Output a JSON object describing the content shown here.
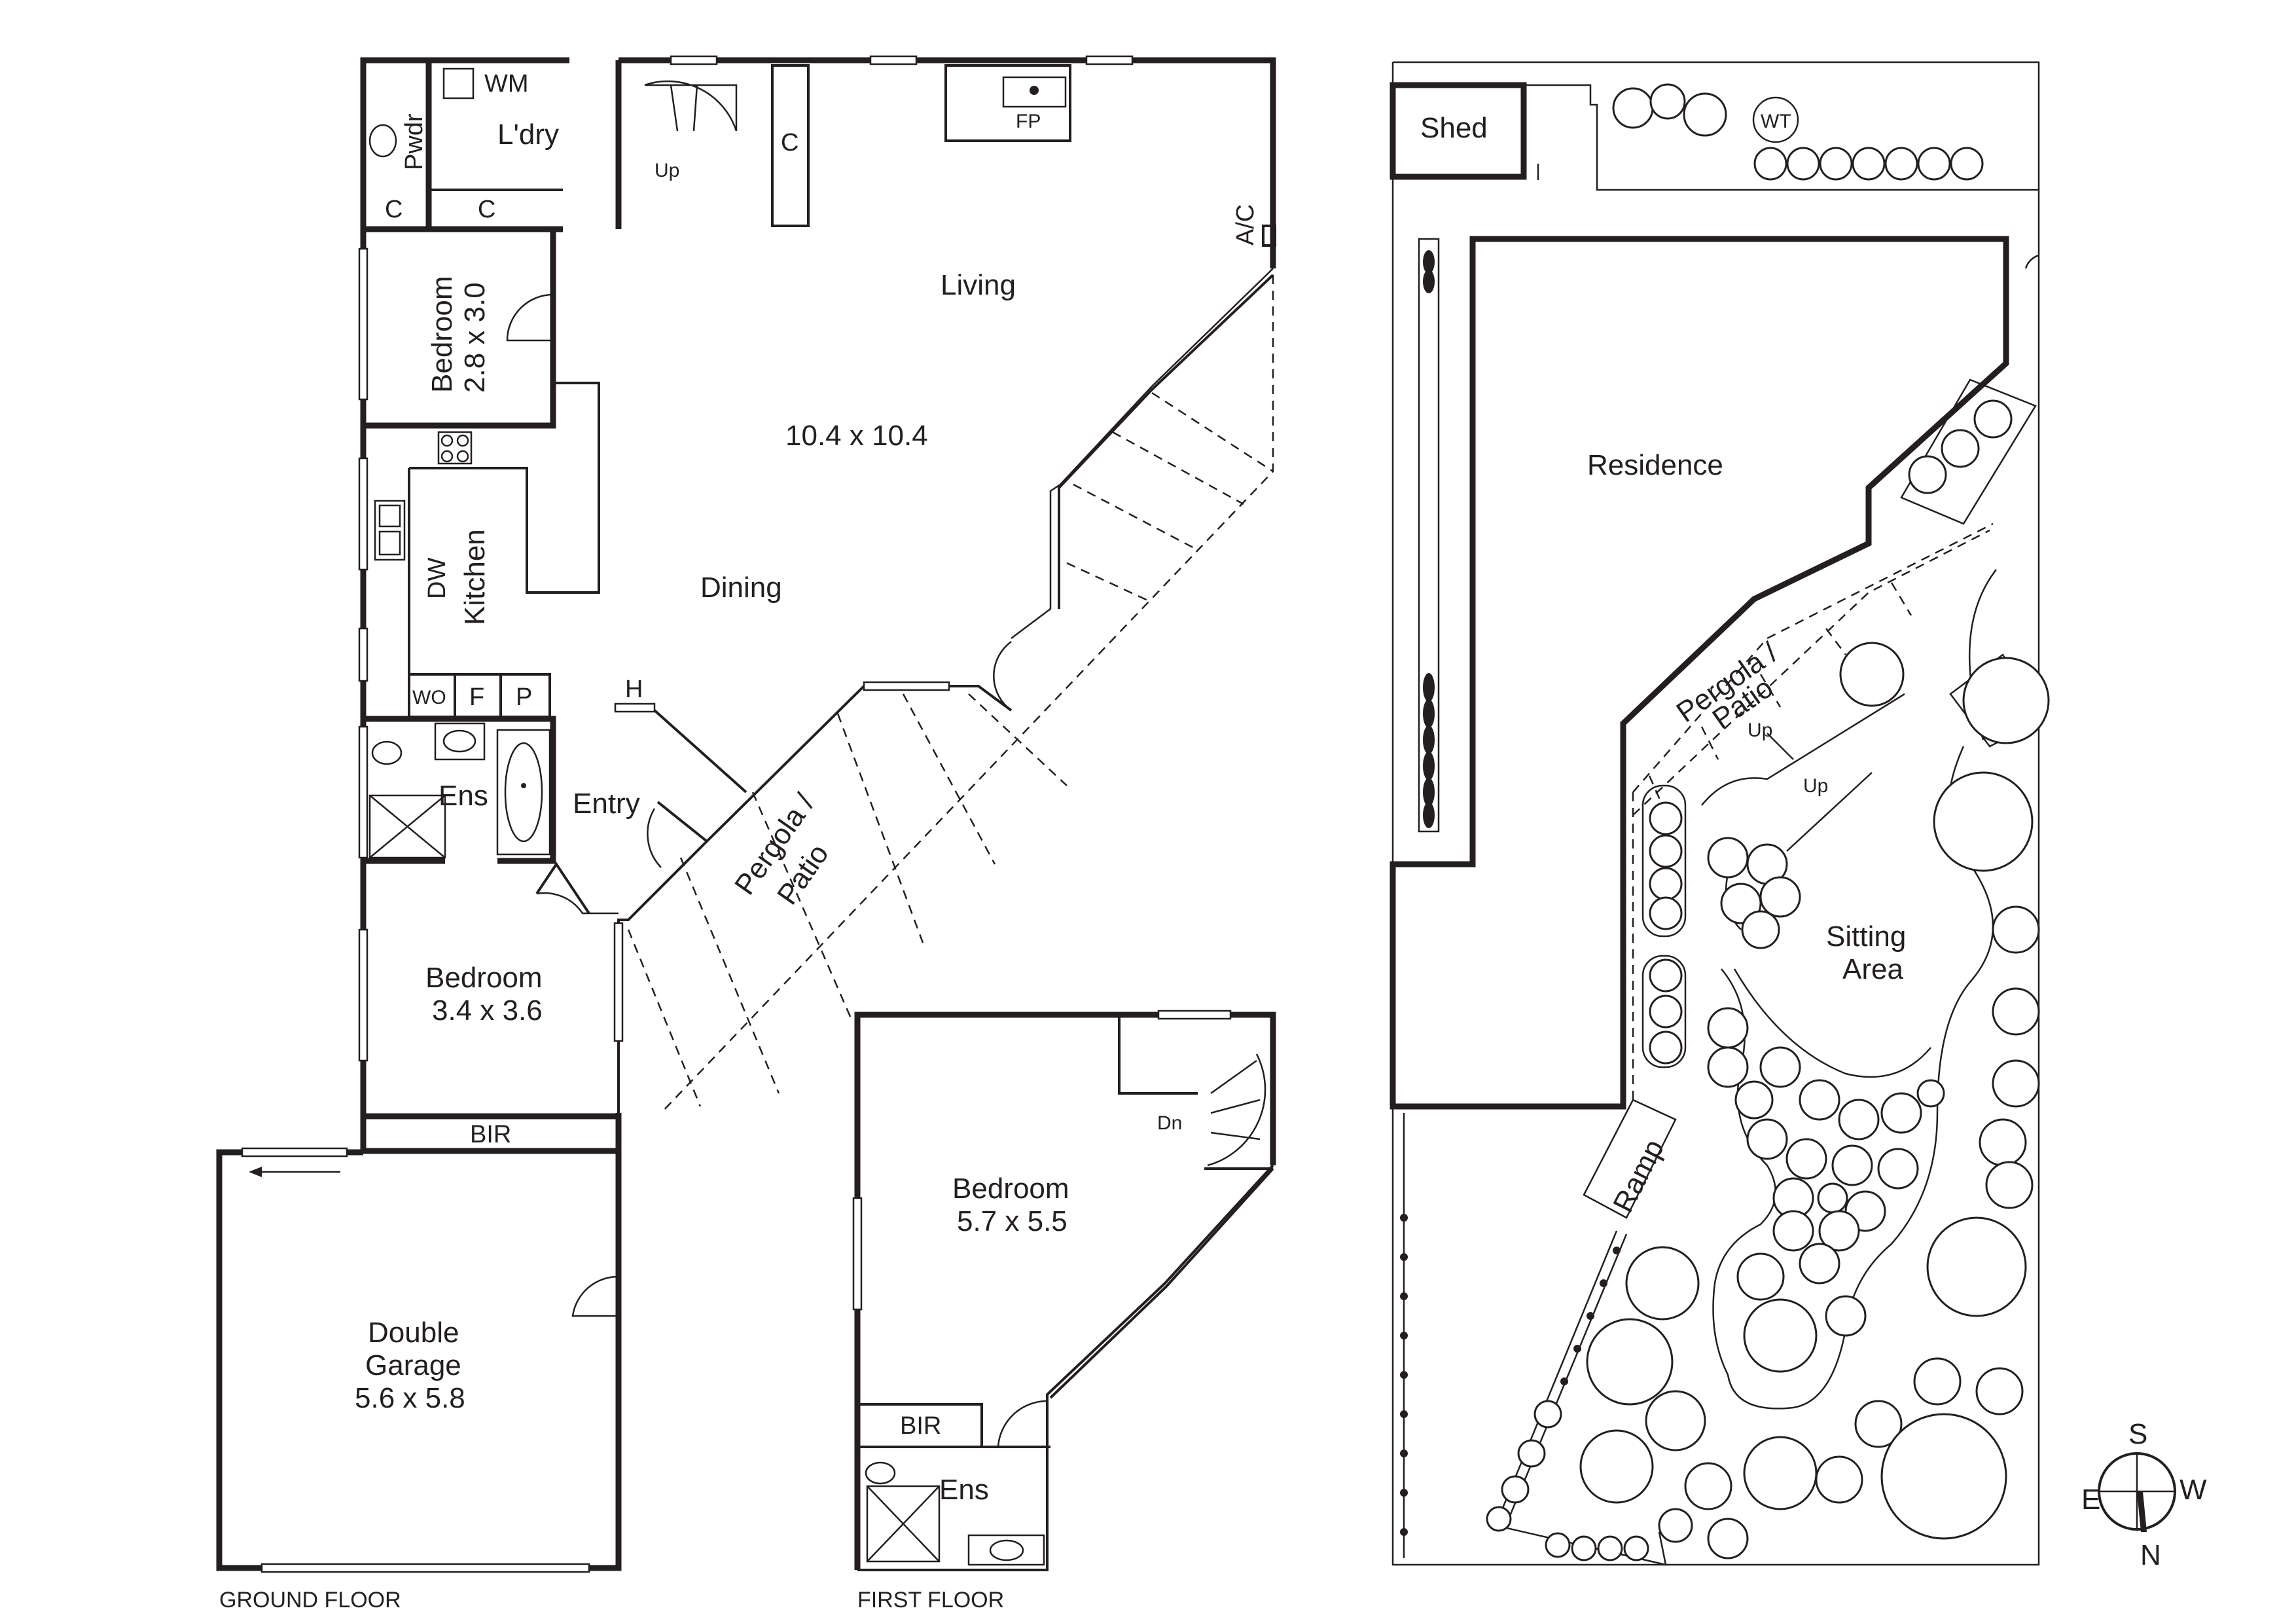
{
  "ground_floor": {
    "caption": "GROUND FLOOR",
    "rooms": {
      "powder": "Pwdr",
      "laundry": "L'dry",
      "washing_machine": "WM",
      "cupboard_c1": "C",
      "cupboard_c2": "C",
      "cupboard_c3": "C",
      "stair_up": "Up",
      "fireplace": "FP",
      "air_con": "A/C",
      "living": "Living",
      "living_dims": "10.4 x 10.4",
      "bedroom_small": "Bedroom",
      "bedroom_small_dims": "2.8 x 3.0",
      "kitchen": "Kitchen",
      "dishwasher": "DW",
      "dining": "Dining",
      "wall_oven": "WO",
      "fridge": "F",
      "pantry": "P",
      "heater": "H",
      "ensuite": "Ens",
      "entry": "Entry",
      "pergola_line1": "Pergola /",
      "pergola_line2": "Patio",
      "bedroom_mid": "Bedroom",
      "bedroom_mid_dims": "3.4 x 3.6",
      "bir": "BIR",
      "garage_line1": "Double",
      "garage_line2": "Garage",
      "garage_dims": "5.6 x 5.8"
    }
  },
  "first_floor": {
    "caption": "FIRST FLOOR",
    "rooms": {
      "stair_down": "Dn",
      "bedroom": "Bedroom",
      "bedroom_dims": "5.7 x 5.5",
      "bir": "BIR",
      "ensuite": "Ens"
    }
  },
  "site_plan": {
    "labels": {
      "shed": "Shed",
      "water_tank": "WT",
      "residence": "Residence",
      "pergola_line1": "Pergola /",
      "pergola_line2": "Patio",
      "up_1": "Up",
      "up_2": "Up",
      "sitting_line1": "Sitting",
      "sitting_line2": "Area",
      "ramp": "Ramp"
    }
  },
  "compass": {
    "north": "N",
    "south": "S",
    "east": "E",
    "west": "W"
  }
}
